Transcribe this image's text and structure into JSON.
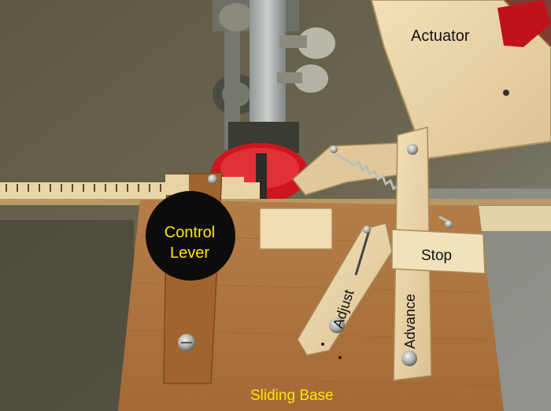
{
  "labels": {
    "actuator": "Actuator",
    "control_line1": "Control",
    "control_line2": "Lever",
    "stop": "Stop",
    "adjust": "Adjust",
    "advance": "Advance",
    "sliding_base": "Sliding Base"
  },
  "colors": {
    "label_yellow": "#ffe600",
    "label_black": "#111111",
    "control_disc": "#0d0c0b",
    "table_gray": "#6a6650",
    "wood_light": "#e9d3a6",
    "wood_dark": "#b07a44",
    "red_guard": "#d2141e"
  }
}
